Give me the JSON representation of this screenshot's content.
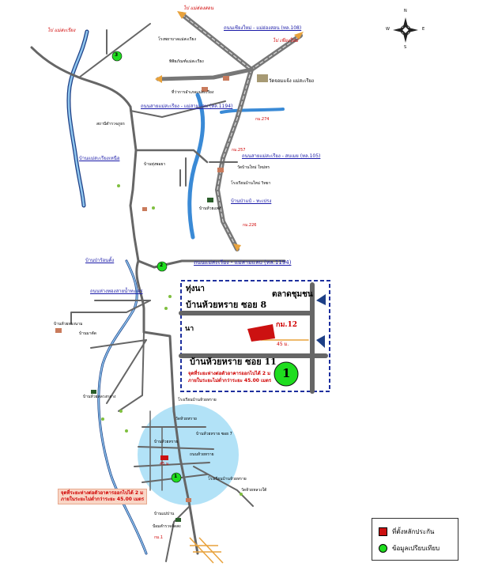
{
  "compass": {
    "n": "N",
    "s": "S",
    "e": "E",
    "w": "W"
  },
  "top_labels": {
    "road_1095": "ถนนเชียงใหม่ - แม่ฮ่องสอน (ทล.108)",
    "to_maehongson": "ไป แม่ฮ่องสอน",
    "to_chiangmai": "ไป เชียงใหม่",
    "to_maesariang_left": "ไป แม่สะเรียง",
    "hospital": "โรงพยาบาลแม่สะเรียง",
    "museum": "พิพิธภัณฑ์แม่สะเรียง",
    "district_office": "ที่ว่าการอำเภอแม่สะเรียง",
    "wat": "วัดจอมแจ้ง แม่สะเรียง",
    "km_274": "กม.274",
    "road_1194_top": "ถนนสายแม่สะเรียง - แม่สามแลบ (ทล.1194)",
    "police": "สถานีตำรวจภูธร",
    "road_105": "ถนนสายแม่สะเรียง - สบเมย (ทล.105)",
    "km_257": "กม.257",
    "school_1": "วัดบ้านใหม่ ใหม่ทร",
    "school_2": "โรงเรียนบ้านใหม่ วิทยา",
    "village_bun": "บ้านป่าแป๋ - ทะเปรง",
    "km_226": "กม.226",
    "village_wat": "บ้านแม่สะเรียงเหนือ",
    "market": "บ้านห้วยแพ่ง",
    "post": "บ้านทุ่งพอยา",
    "circle_3": "3",
    "circle_2": "2",
    "circle_1": "1",
    "mid_road_1194": "ถนนแม่สะเรียง - แม่สามแลบ (ทล.1194)",
    "village_left_1": "บ้านป่าร้อนตั้ง",
    "village_left_2": "ถนนห่างทองสายน้ำทะเจร",
    "village_left_3": "บ้านห้วยทรงนาม",
    "village_left_4": "บ้านห้วยหลวงกลาง",
    "bottom_kmp": "โรงเรียนบ้านห้วยหราย",
    "wat_huay": "วัดห้วยหราย",
    "wat_b2": "บ้านห้วยหราย ซอย 7",
    "wat_b3": "ถนนห้วยหราย",
    "wat_b4": "วัดห้วยหลวงใต้",
    "wat_b5": "บ้านห้วยหราย",
    "wat_b6": "โรงเรียนบ้านห้วยหราย",
    "bottom_left_1": "บ้านแม่ปาน",
    "bottom_left_2": "ป้อมตำรวจจ้ดสง",
    "bottom_left_3": "บ้านมาตัด",
    "km_1": "กม.1",
    "dist_45": "45 ม."
  },
  "inset": {
    "tungna": "ทุ่งนา",
    "soi8": "บ้านห้วยหราย ซอย 8",
    "market": "ตลาดชุมชน",
    "na": "นา",
    "km12": "กม.12",
    "dist": "45 ม.",
    "soi11": "บ้านห้วยหราย ซอย 11",
    "note_line1": "จุดที่ระยะห่างต่อตัวอาคารออกไปได้ 2 ม",
    "note_line2": "ภายในระยะไม่ต่ำกว่าระยะ 45.00 เมตร",
    "badge": "1"
  },
  "bottom_note": {
    "line1": "จุดที่ระยะห่างต่อตัวอาคารออกไปได้ 2 ม",
    "line2": "ภายในระยะไม่ต่ำกว่าระยะ 45.00 เมตร"
  },
  "legend": {
    "item1": "ที่ตั้งหลักประกัน",
    "item2": "ข้อมูลเปรียบเทียบ",
    "item1_color": "#cc1111",
    "item2_color": "#1fdd1f"
  },
  "colors": {
    "road": "#555555",
    "river": "#3a8ad6",
    "river_dark": "#1d3f86",
    "zone": "#aadff6",
    "dashed_box": "#1d2f9e"
  }
}
